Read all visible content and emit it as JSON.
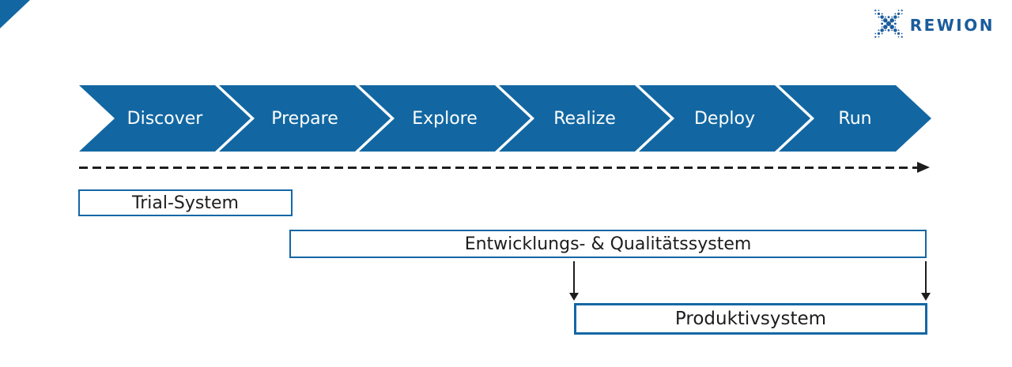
{
  "brand": {
    "name": "REWION"
  },
  "phases": [
    "Discover",
    "Prepare",
    "Explore",
    "Realize",
    "Deploy",
    "Run"
  ],
  "systems": {
    "trial": "Trial-System",
    "dev_qa": "Entwicklungs- & Qualitätssystem",
    "production": "Produktivsystem"
  },
  "colors": {
    "accent_blue": "#1267A2",
    "logo_blue": "#1A5C9C",
    "box_border_blue": "#1467A5",
    "arrow_black": "#1d1d1d"
  }
}
